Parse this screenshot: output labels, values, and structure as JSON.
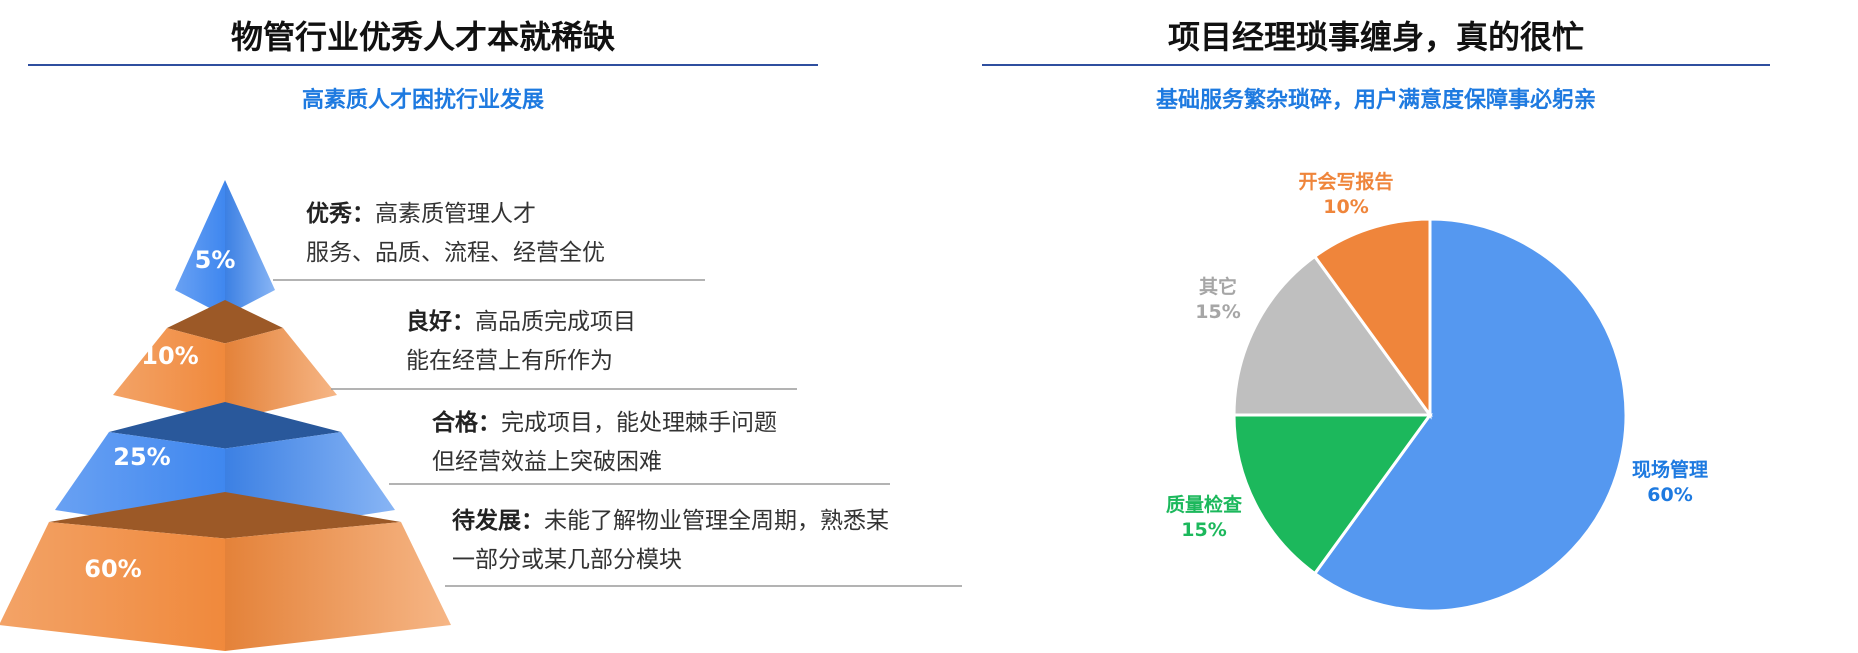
{
  "left": {
    "title": "物管行业优秀人才本就稀缺",
    "subtitle": "高素质人才困扰行业发展",
    "tiers": [
      {
        "percent": "5%",
        "value": 5,
        "label": "优秀：",
        "line1": "高素质管理人才",
        "line2": "服务、品质、流程、经营全优",
        "color": "#3f87ef"
      },
      {
        "percent": "10%",
        "value": 10,
        "label": "良好：",
        "line1": "高品质完成项目",
        "line2": "能在经营上有所作为",
        "color": "#f0893c"
      },
      {
        "percent": "25%",
        "value": 25,
        "label": "合格：",
        "line1": "完成项目，能处理棘手问题",
        "line2": "但经营效益上突破困难",
        "color": "#3f87ef"
      },
      {
        "percent": "60%",
        "value": 60,
        "label": "待发展：",
        "line1": "未能了解物业管理全周期，熟悉某",
        "line2": "一部分或某几部分模块",
        "color": "#f0893c"
      }
    ]
  },
  "right": {
    "title": "项目经理琐事缠身，真的很忙",
    "subtitle": "基础服务繁杂琐碎，用户满意度保障事必躬亲"
  },
  "chart_data": [
    {
      "type": "pyramid",
      "categories": [
        "优秀",
        "良好",
        "合格",
        "待发展"
      ],
      "values": [
        5,
        10,
        25,
        60
      ]
    },
    {
      "type": "pie",
      "categories": [
        "现场管理",
        "质量检查",
        "其它",
        "开会写报告"
      ],
      "values": [
        60,
        15,
        15,
        10
      ],
      "labels": [
        "60%",
        "15%",
        "15%",
        "10%"
      ],
      "colors": [
        "#5598f0",
        "#1cb85c",
        "#bfbfbf",
        "#ef853b"
      ],
      "label_colors": [
        "#1e7ae0",
        "#1cb85c",
        "#a6a6a6",
        "#ef853b"
      ],
      "start_angle_deg": 0,
      "direction": "clockwise"
    }
  ]
}
